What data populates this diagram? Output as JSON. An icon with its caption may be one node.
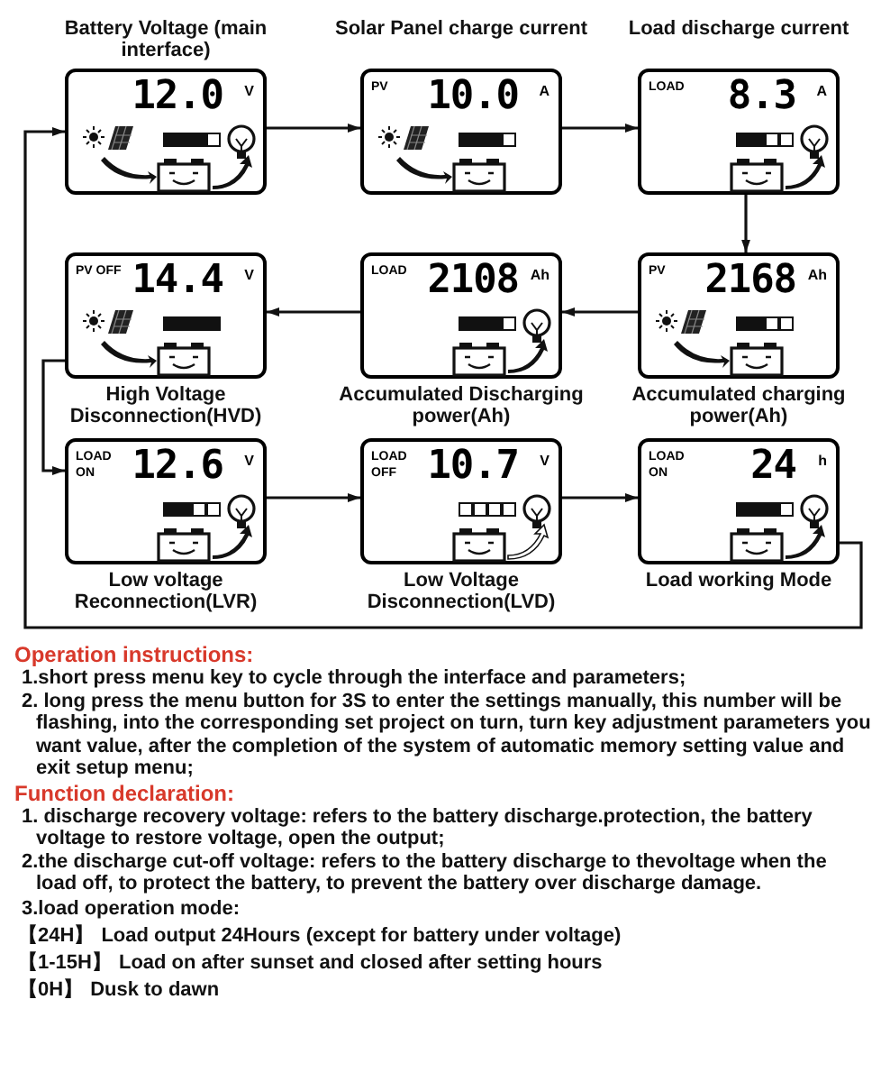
{
  "diagram": {
    "nodes": [
      {
        "text": [
          "12.0",
          "V"
        ],
        "beside": [
          "Battery Voltage (main interface)"
        ]
      },
      {
        "text": [
          "PV",
          "10.0",
          "A"
        ],
        "beside": [
          "Solar Panel charge current"
        ]
      },
      {
        "text": [
          "LOAD",
          "8.3",
          "A"
        ],
        "beside": [
          "Load discharge current"
        ]
      },
      {
        "text": [
          "PV OFF",
          "14.4",
          "V"
        ],
        "beside": [
          "High Voltage Disconnection(HVD)"
        ]
      },
      {
        "text": [
          "LOAD",
          "2108",
          "Ah"
        ],
        "beside": [
          "Accumulated Discharging power(Ah)"
        ]
      },
      {
        "text": [
          "PV",
          "2168",
          "Ah"
        ],
        "beside": [
          "Accumulated charging power(Ah)"
        ]
      },
      {
        "text": [
          "LOAD ON",
          "12.6",
          "V"
        ],
        "beside": [
          "Low voltage Reconnection(LVR)"
        ]
      },
      {
        "text": [
          "LOAD OFF",
          "10.7",
          "V"
        ],
        "beside": [
          "Low Voltage Disconnection(LVD)"
        ]
      },
      {
        "text": [
          "LOAD ON",
          "24",
          "h"
        ],
        "beside": [
          "Load working Mode"
        ]
      }
    ],
    "edges": [
      {
        "from": 0,
        "to": 1,
        "arrow": "to"
      },
      {
        "from": 1,
        "to": 2,
        "arrow": "to"
      },
      {
        "from": 2,
        "to": 5,
        "arrow": "to"
      },
      {
        "from": 5,
        "to": 4,
        "arrow": "to"
      },
      {
        "from": 4,
        "to": 3,
        "arrow": "to"
      },
      {
        "from": 3,
        "to": 6,
        "arrow": "to"
      },
      {
        "from": 6,
        "to": 7,
        "arrow": "to"
      },
      {
        "from": 7,
        "to": 8,
        "arrow": "to"
      },
      {
        "from": 8,
        "to": 0,
        "arrow": "to"
      }
    ],
    "labels": [
      "Operation instructions:",
      "1.short press menu key to cycle through the interface and parameters;",
      "2. long press the menu button for 3S to enter the settings manually, this number will be flashing, into the corresponding set project on turn, turn key adjustment parameters you want value, after the completion of the system of automatic memory setting value and exit setup menu;",
      "Function declaration:",
      "1. discharge recovery voltage: refers to the battery discharge.protection, the battery voltage to restore voltage, open the output;",
      "2.the discharge cut-off voltage: refers to the battery discharge to thevoltage when the load off, to protect the battery, to prevent the battery over discharge damage.",
      "3.load operation mode:",
      "【24H】",
      "Load output 24Hours (except for battery under voltage)",
      "【1-15H】",
      "Load on after sunset and closed after setting hours",
      "【0H】",
      "Dusk to dawn"
    ]
  }
}
